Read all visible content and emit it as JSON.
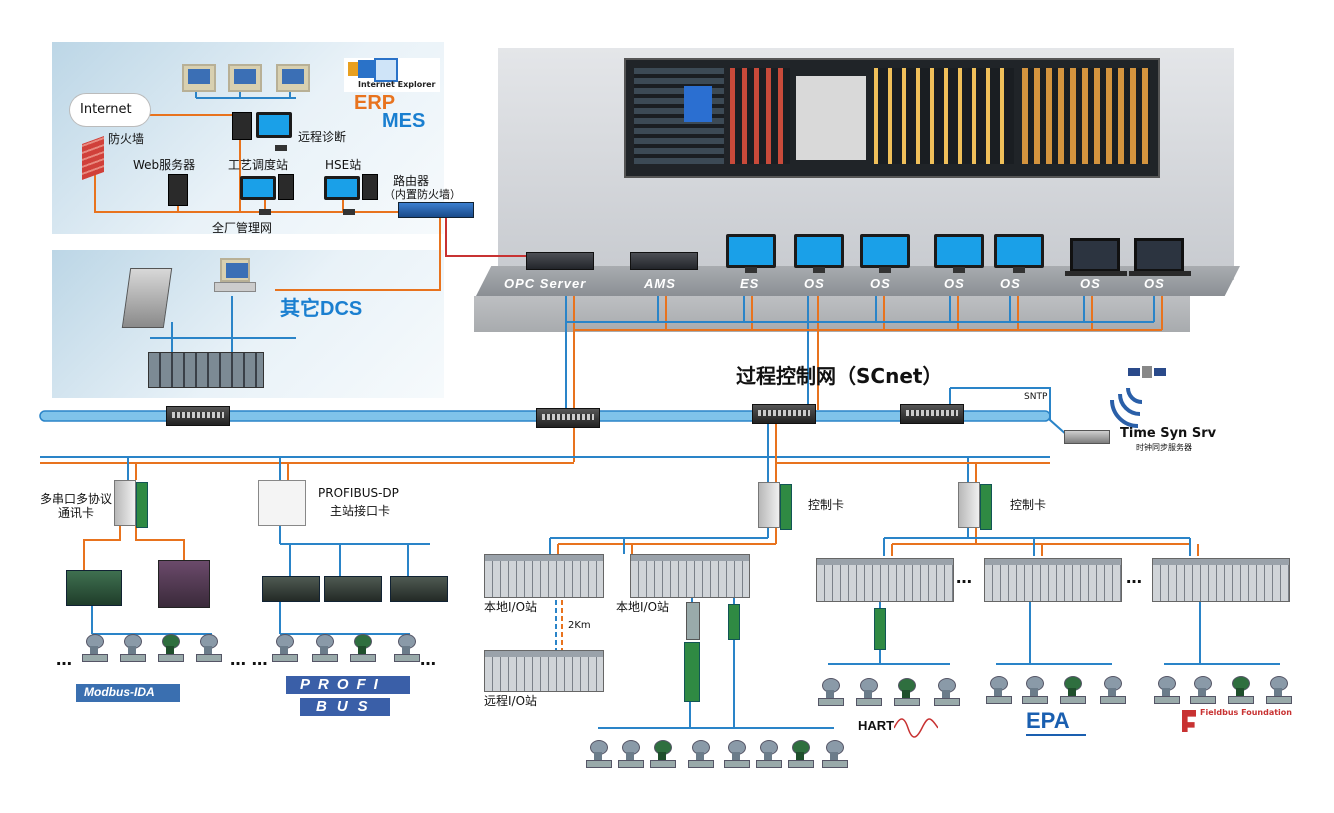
{
  "top_panel": {
    "internet": "Internet",
    "firewall": "防火墙",
    "remote_diag": "远程诊断",
    "web_server": "Web服务器",
    "process_station": "工艺调度站",
    "hse_station": "HSE站",
    "router_line1": "路由器",
    "router_line2": "（内置防火墙）",
    "plant_net": "全厂管理网",
    "ie_logo_line1": "Internet Explorer",
    "erp": "ERP",
    "mes": "MES"
  },
  "dcs_panel": {
    "label": "其它DCS"
  },
  "console": {
    "workstations": [
      "OPC Server",
      "AMS",
      "ES",
      "OS",
      "OS",
      "OS",
      "OS",
      "OS",
      "OS"
    ]
  },
  "network": {
    "title": "过程控制网（SCnet）",
    "sntp": "SNTP",
    "time_server_line1": "Time Syn Srv",
    "time_server_line2": "时钟同步服务器"
  },
  "left_branch": {
    "multi_serial_line1": "多串口多协议",
    "multi_serial_line2": "通讯卡",
    "profibus_line1": "PROFIBUS-DP",
    "profibus_line2": "主站接口卡",
    "modbus_logo": "Modbus-IDA",
    "profibus_logo_top": "PROFI",
    "profibus_logo_bottom": "BUS",
    "dots1": "…",
    "dots2": "… …",
    "dots3": "…"
  },
  "io": {
    "control_card_1": "控制卡",
    "control_card_2": "控制卡",
    "local_io_1": "本地I/O站",
    "local_io_2": "本地I/O站",
    "distance": "2Km",
    "remote_io": "远程I/O站",
    "dots_a": "…",
    "dots_b": "…"
  },
  "fieldbus_logos": {
    "hart": "HART",
    "epa": "EPA",
    "ff": "Fieldbus Foundation"
  },
  "colors": {
    "orange": "#e8731e",
    "blue": "#2a84c8",
    "panel": "#cfe2ee"
  }
}
